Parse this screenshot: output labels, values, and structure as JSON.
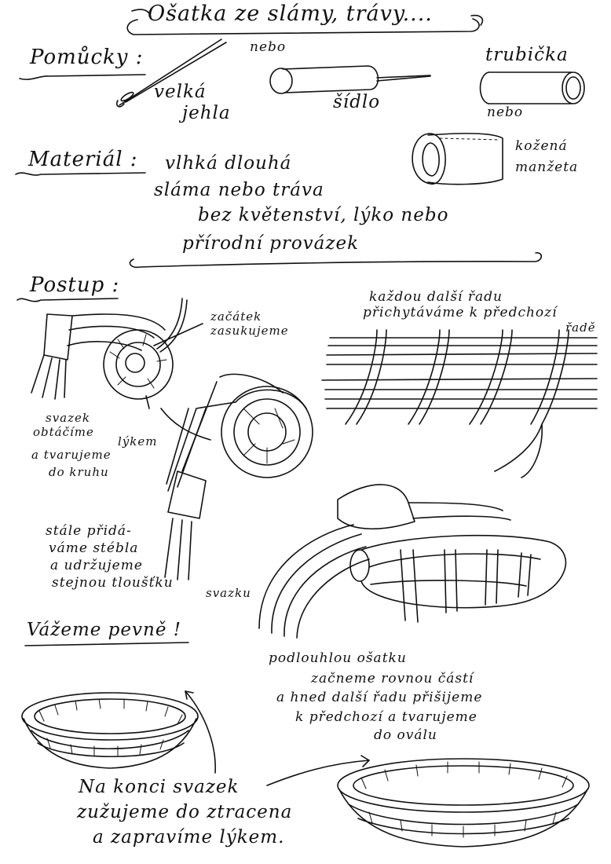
{
  "title": "Ošatka ze slámy, trávy....",
  "tools": {
    "heading": "Pomůcky :",
    "or_1": "nebo",
    "needle_label_1": "velká",
    "needle_label_2": "jehla",
    "awl_label": "šídlo",
    "tube_label": "trubička",
    "or_2": "nebo"
  },
  "material": {
    "heading": "Materiál :",
    "line_1": "vlhká dlouhá",
    "line_2": "sláma nebo tráva",
    "line_3": "bez květenství, lýko nebo",
    "line_4": "přírodní provázek",
    "cuff_label_1": "kožená",
    "cuff_label_2": "manžeta"
  },
  "procedure": {
    "heading": "Postup :",
    "start_1": "začátek",
    "start_2": "zasukujeme",
    "wrap_1": "svazek",
    "wrap_2": "obtáčíme",
    "wrap_3": "lýkem",
    "wrap_4": "a tvarujeme",
    "wrap_5": "do kruhu",
    "row_1": "každou další řadu",
    "row_2": "přichytáváme k předchozí",
    "row_3": "řadě",
    "add_1": "stále přidá-",
    "add_2": "váme stébla",
    "add_3": "a udržujeme",
    "add_4": "stejnou tloušťku",
    "add_5": "svazku",
    "tight": "Vážeme pevně !",
    "oval_1": "podlouhlou ošatku",
    "oval_2": "začneme rovnou částí",
    "oval_3": "a hned další řadu přišijeme",
    "oval_4": "k předchozí a tvarujeme",
    "oval_5": "do oválu",
    "end_1": "Na konci svazek",
    "end_2": "zužujeme do ztracena",
    "end_3": "a zapravíme lýkem."
  }
}
